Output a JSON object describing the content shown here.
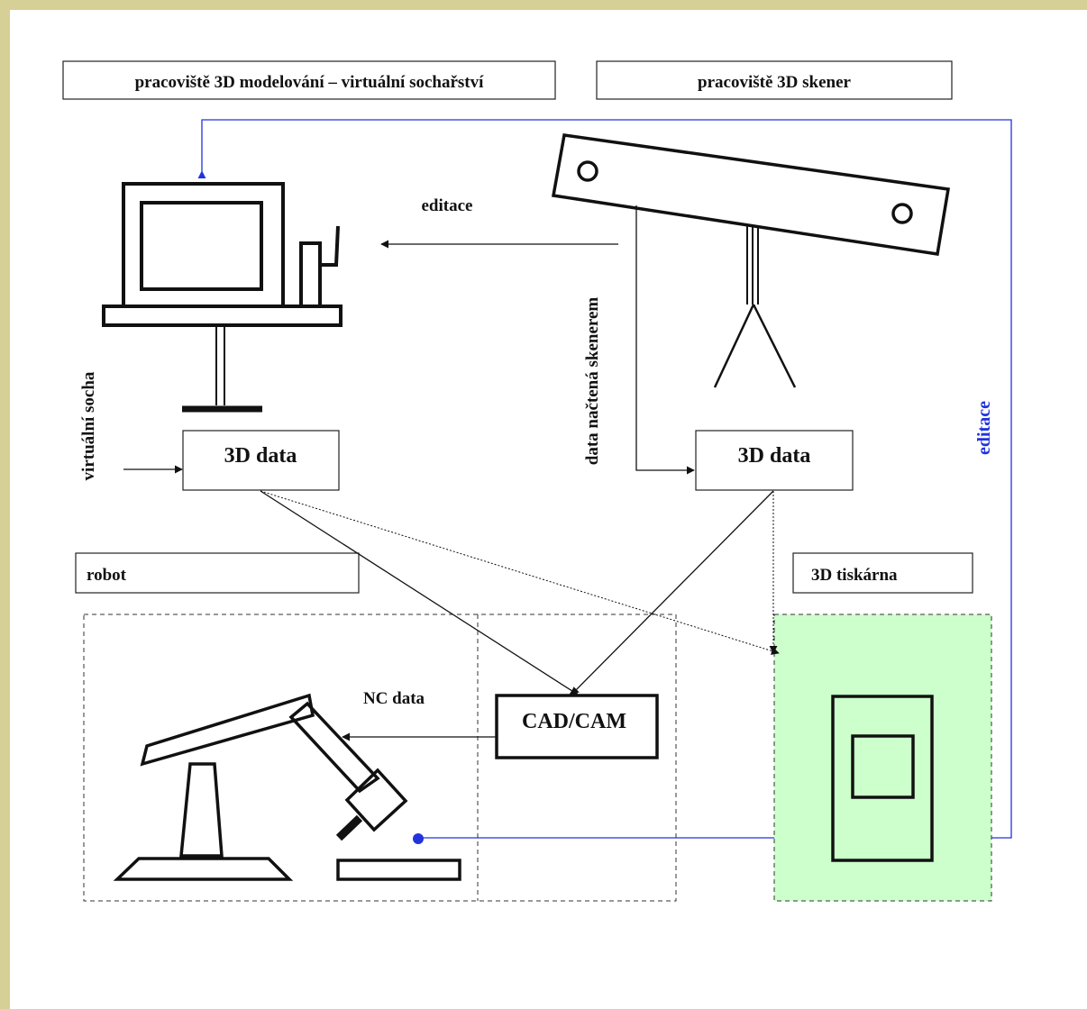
{
  "labels": {
    "workstation_modeling": "pracoviště 3D modelování – virtuální sochařství",
    "workstation_scanner": "pracoviště 3D skener",
    "edit_left": "editace",
    "edit_right": "editace",
    "scanned_data": "data načtená skenerem",
    "virtual_sculpture": "virtuální socha",
    "data_left": "3D data",
    "data_right": "3D data",
    "robot": "robot",
    "printer": "3D tiskárna",
    "nc_data": "NC data",
    "cadcam": "CAD/CAM"
  },
  "colors": {
    "page_border": "#d6cf96",
    "background": "#ffffff",
    "line": "#111111",
    "blue_link": "#2233dd",
    "printer_area": "#ccffcc"
  }
}
